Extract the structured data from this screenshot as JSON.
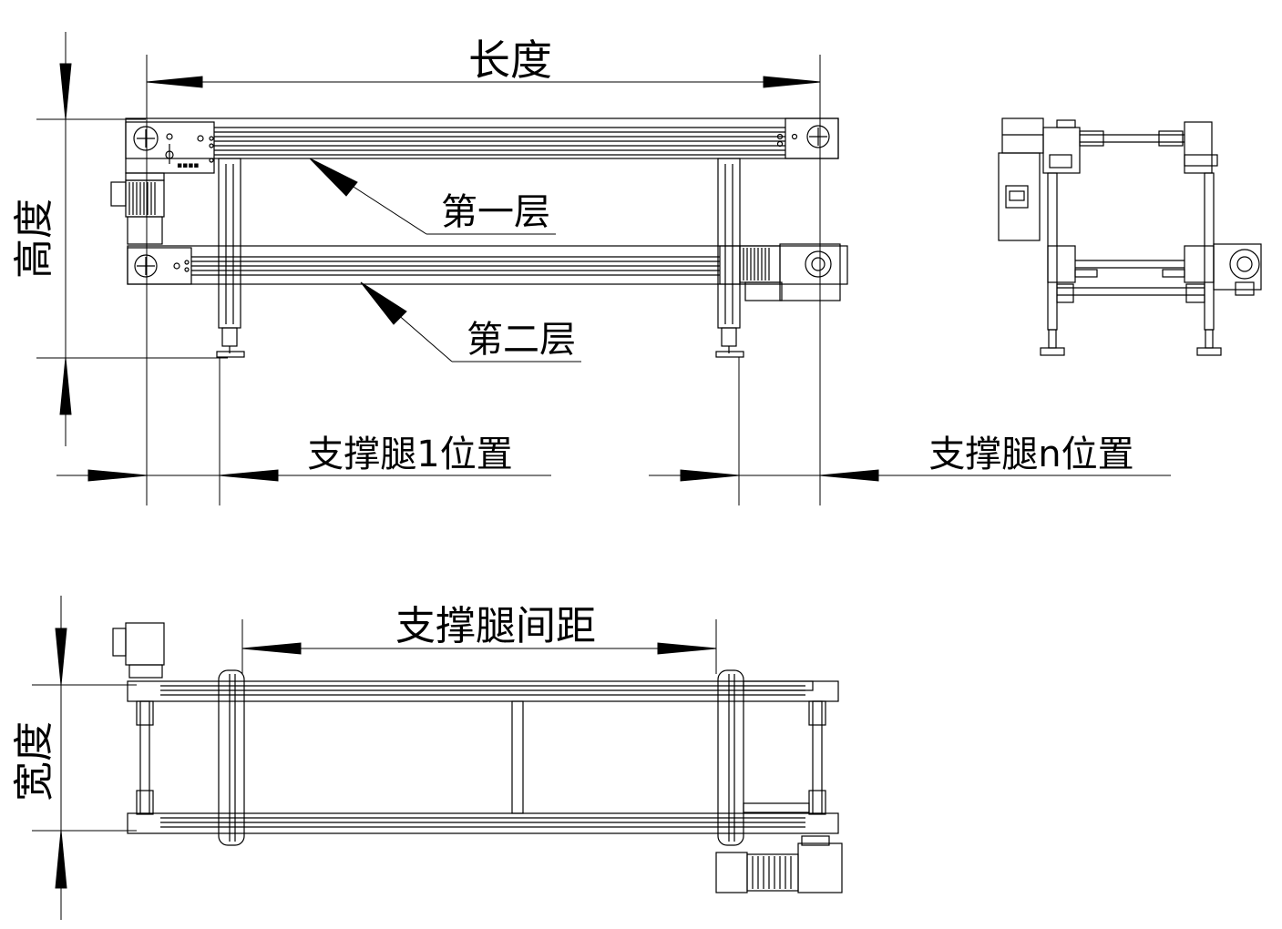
{
  "labels": {
    "length": "长度",
    "height": "高度",
    "width": "宽度",
    "layer1": "第一层",
    "layer2": "第二层",
    "leg1_position": "支撑腿1位置",
    "legn_position": "支撑腿n位置",
    "leg_spacing": "支撑腿间距"
  },
  "colors": {
    "line": "#000000",
    "background": "#ffffff"
  }
}
